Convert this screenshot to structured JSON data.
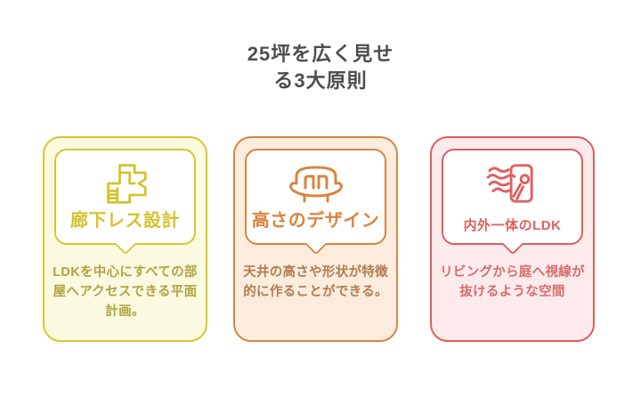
{
  "title": {
    "text": "25坪を広く見せ\nる3大原則",
    "full_text": "25坪を広く見せる3大原則",
    "color": "#4d4d4d"
  },
  "cards": [
    {
      "id": "corridor-less-design",
      "icon": "floorplan-icon",
      "heading": "廊下レス設計",
      "body": "LDKを中心にすべての部屋へアクセスできる平面計画。",
      "colors": {
        "border": "#d8c52e",
        "background": "#fcf9e1",
        "accent": "#d5c22d",
        "body_text": "#b0a33f"
      }
    },
    {
      "id": "height-design",
      "icon": "sofa-icon",
      "heading": "高さのデザイン",
      "body": "天井の高さや形状が特徴的に作ることができる。",
      "colors": {
        "border": "#d8853e",
        "background": "#fbecde",
        "accent": "#d8853e",
        "body_text": "#b17c4f"
      }
    },
    {
      "id": "indoor-outdoor-ldk",
      "icon": "door-breeze-icon",
      "heading": "内外一体のLDK",
      "body": "リビングから庭へ視線が抜けるような空間",
      "colors": {
        "border": "#e05c5c",
        "background": "#fdebeb",
        "accent": "#df5f5f",
        "body_text": "#d96b6b"
      }
    }
  ]
}
